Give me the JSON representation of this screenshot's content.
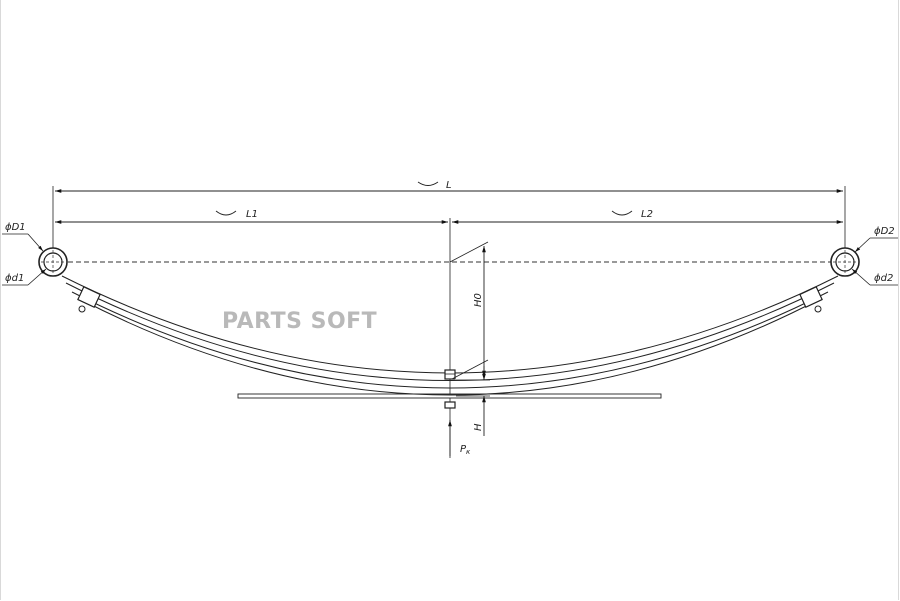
{
  "labels": {
    "L": "L",
    "L1": "L1",
    "L2": "L2",
    "D1": "ϕD1",
    "d1": "ϕd1",
    "D2": "ϕD2",
    "d2": "ϕd2",
    "H0": "H0",
    "H": "H",
    "P": "P",
    "P_sub": "к"
  },
  "watermark": "PARTS SOFT"
}
